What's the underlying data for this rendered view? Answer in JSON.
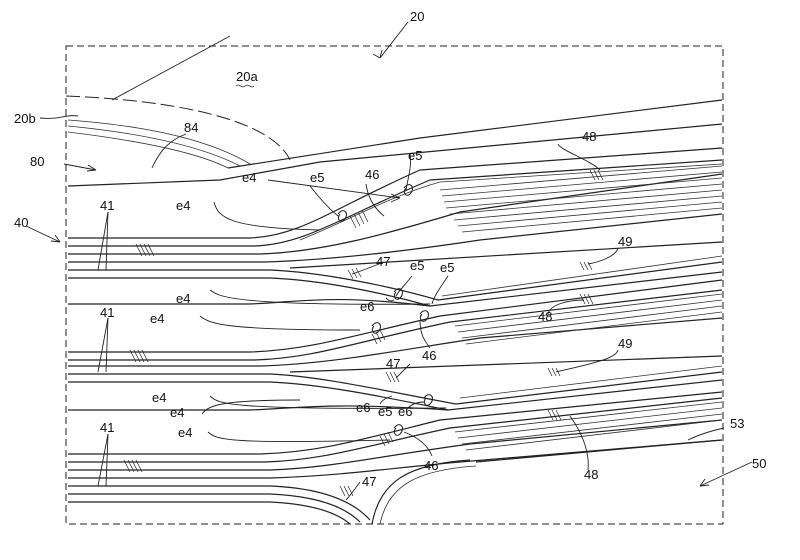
{
  "labels": {
    "l20": "20",
    "l20a": "20a",
    "l20b": "20b",
    "l84": "84",
    "l80": "80",
    "l40": "40",
    "l41a": "41",
    "l41b": "41",
    "l41c": "41",
    "l46a": "46",
    "l46b": "46",
    "l46c": "46",
    "l47a": "47",
    "l47b": "47",
    "l47c": "47",
    "l48a": "48",
    "l48b": "48",
    "l48c": "48",
    "l49a": "49",
    "l49b": "49",
    "l50": "50",
    "l53": "53",
    "e4a": "e4",
    "e4b": "e4",
    "e4c": "e4",
    "e4d": "e4",
    "e4e": "e4",
    "e4f": "e4",
    "e4g": "e4",
    "e5a": "e5",
    "e5b": "e5",
    "e5c": "e5",
    "e5d": "e5",
    "e5e": "e5",
    "e6a": "e6",
    "e6b": "e6",
    "e6c": "e6"
  }
}
